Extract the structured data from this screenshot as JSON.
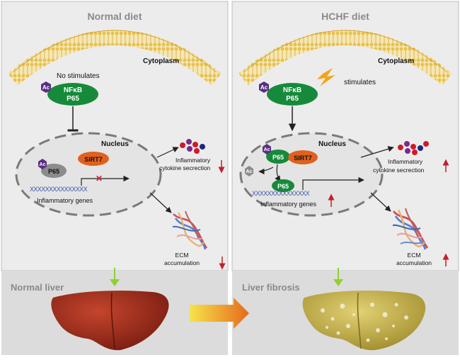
{
  "panels": {
    "left": {
      "title": "Normal diet",
      "cytoplasm": "Cytoplasm",
      "stimulus": "No stimulates",
      "complex_top": "NFκB",
      "complex_bottom": "P65",
      "ac": "Ac",
      "nucleus": "Nucleus",
      "sirt": "SIRT7",
      "p65": "P65",
      "dna": "XXXXXXXXXXXXXXX",
      "genes": "Inflammatory genes",
      "cytokine_line1": "Inflammatory",
      "cytokine_line2": "cytokine secrection",
      "ecm_line1": "ECM",
      "ecm_line2": "accumulation",
      "liver": "Normal liver"
    },
    "right": {
      "title": "HCHF diet",
      "cytoplasm": "Cytoplasm",
      "stimulus": "stimulates",
      "complex_top": "NFκB",
      "complex_bottom": "P65",
      "ac": "Ac",
      "nucleus": "Nucleus",
      "sirt": "SIRT7",
      "p65": "P65",
      "p65_free": "P65",
      "ac_free": "Ac",
      "dna": "XXXXXXXXXXXXXXX",
      "genes": "Inflammatory genes",
      "cytokine_line1": "Inflammatory",
      "cytokine_line2": "cytokine secrection",
      "ecm_line1": "ECM",
      "ecm_line2": "accumulation",
      "liver": "Liver fibrosis"
    }
  },
  "colors": {
    "panel_bg": "#ececec",
    "liver_bg": "#dcdcdc",
    "nfkb_green": "#168a3a",
    "sirt_orange": "#e0611e",
    "ac_purple": "#5a2d82",
    "p65_gray": "#8c8c8c",
    "membrane_yellow": "#e8c04a",
    "down_arrow_red": "#c0202a",
    "green_arrow": "#8fd12e",
    "healthy_liver": "#9a2a1c",
    "fibrotic_liver": "#c9b448"
  }
}
